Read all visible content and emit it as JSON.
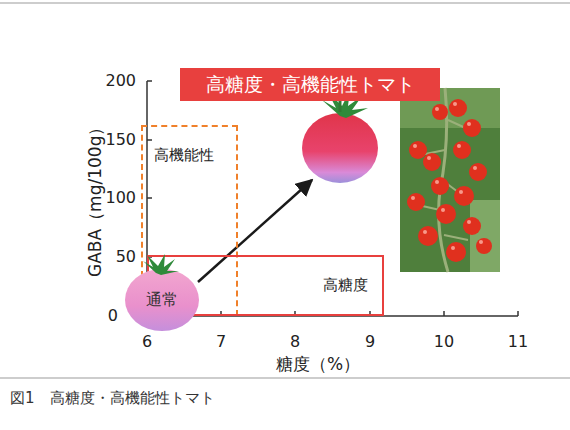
{
  "diagram": {
    "title": "高糖度・高機能性トマト",
    "caption": "図1　高糖度・高機能性トマト",
    "nodes": [
      {
        "text": [
          "高機能性"
        ]
      },
      {
        "text": [
          "高糖度"
        ]
      },
      {
        "text": [
          "通常"
        ]
      }
    ],
    "labels": [
      "200",
      "150",
      "100",
      "50",
      "0",
      "6",
      "7",
      "8",
      "9",
      "10",
      "11",
      "GABA（mg/100g）",
      "糖度（%）"
    ]
  }
}
